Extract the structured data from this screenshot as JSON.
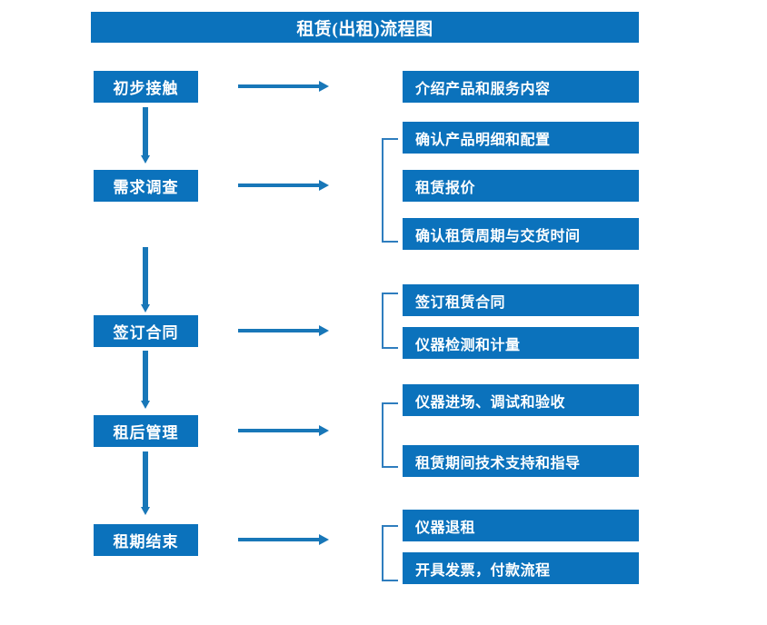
{
  "diagram": {
    "title": "租赁(出租)流程图",
    "colors": {
      "box_fill": "#0B72BC",
      "box_text": "#FFFFFF",
      "arrow": "#1877B8",
      "bracket": "#2E7DBE",
      "background": "#FFFFFF"
    },
    "stages": [
      {
        "label": "初步接触",
        "details": [
          "介绍产品和服务内容"
        ]
      },
      {
        "label": "需求调查",
        "details": [
          "确认产品明细和配置",
          "租赁报价",
          "确认租赁周期与交货时间"
        ]
      },
      {
        "label": "签订合同",
        "details": [
          "签订租赁合同",
          "仪器检测和计量"
        ]
      },
      {
        "label": "租后管理",
        "details": [
          "仪器进场、调试和验收",
          "租赁期间技术支持和指导"
        ]
      },
      {
        "label": "租期结束",
        "details": [
          "仪器退租",
          "开具发票，付款流程"
        ]
      }
    ]
  }
}
